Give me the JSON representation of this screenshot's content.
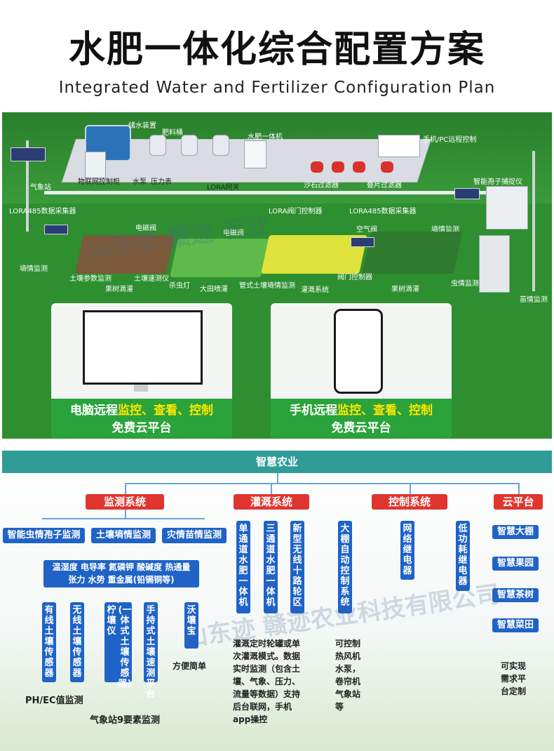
{
  "title": "水肥一体化综合配置方案",
  "subtitle": "Integrated Water and Fertilizer Configuration Plan",
  "scene": {
    "labels": {
      "storage": "储水装置",
      "fertilizer_bucket": "肥料桶",
      "wf_machine": "水肥一体机",
      "remote": "手机/PC远程控制",
      "weather": "气象站",
      "iot_cabinet": "物联网控制柜",
      "pump": "水泵",
      "pressure": "压力表",
      "lora_gw": "LORA网关",
      "sand_filter": "沙石过滤器",
      "disc_filter": "叠片过滤器",
      "spore": "智能孢子捕捉仪",
      "lora485_a": "LORA485数据采集器",
      "lora_valve": "LORA阀门控制器",
      "lora485_b": "LORA485数据采集器",
      "soil_moisture_top": "墒情监测",
      "solenoid_a": "电磁阀",
      "solenoid_b": "电磁阀",
      "air_valve": "空气阀",
      "moisture_left": "墒情监测",
      "soil_param": "土壤参数监测",
      "soil_speed": "土壤速测仪",
      "orchard_drip": "果树滴灌",
      "insect_lamp": "杀虫灯",
      "field_spray": "大田喷灌",
      "tube_soil": "管式土壤墒情监测",
      "irrigation": "灌溉系统",
      "valve_ctrl": "阀门控制器",
      "orchard_drip2": "果树滴灌",
      "pest": "虫情监测",
      "seedling": "苗情监测"
    },
    "watermark": "山东迹 赣迹 农业",
    "pc_caption_1": "电脑远程",
    "pc_caption_hl": "监控、查看、控制",
    "pc_caption_2": "免费云平台",
    "mobile_caption_1": "手机远程",
    "mobile_caption_hl": "监控、查看、控制",
    "mobile_caption_2": "免费云平台"
  },
  "bottom": {
    "header": "智慧农业",
    "systems": [
      "监测系统",
      "灌溉系统",
      "控制系统",
      "云平台"
    ],
    "monitor_items": [
      "智能虫情孢子监测",
      "土壤墒情监测",
      "灾情苗情监测"
    ],
    "params_line1": "温湿度 电导率 氮磷钾 酸碱度 热通量",
    "params_line2": "张力 水势 重金属(铅镉铜等)",
    "sensors": [
      "有线土壤传感器",
      "无线土壤传感器",
      "柠壤仪",
      "(一体式土壤传感器)",
      "手持式土壤速测平台",
      "沃壤宝"
    ],
    "easy": "方便简单",
    "ph_ec": "PH/EC值监测",
    "weather9": "气象站9要素监测",
    "irrigation_items": [
      "单通道水肥一体机",
      "三通道水肥一体机",
      "新型无线十路轮区"
    ],
    "irrigation_note": [
      "灌溉定时轮罐或单",
      "次灌溉模式。数据",
      "实时监测（包含土",
      "壤、气象、压力、",
      "流量等数据）支持",
      "后台联网，手机",
      "app操控"
    ],
    "control_items": [
      "大棚自动控制系统",
      "网络继电器",
      "低功耗继电器"
    ],
    "control_note": [
      "可控制",
      "热风机",
      "水泵，",
      "卷帘机",
      "气象站",
      "等"
    ],
    "cloud_items": [
      "智慧大棚",
      "智慧果园",
      "智慧茶树",
      "智慧菜田"
    ],
    "cloud_note": [
      "可实现",
      "需求平",
      "台定制"
    ],
    "watermark": "山东迹 赣迹农业科技有限公司"
  }
}
